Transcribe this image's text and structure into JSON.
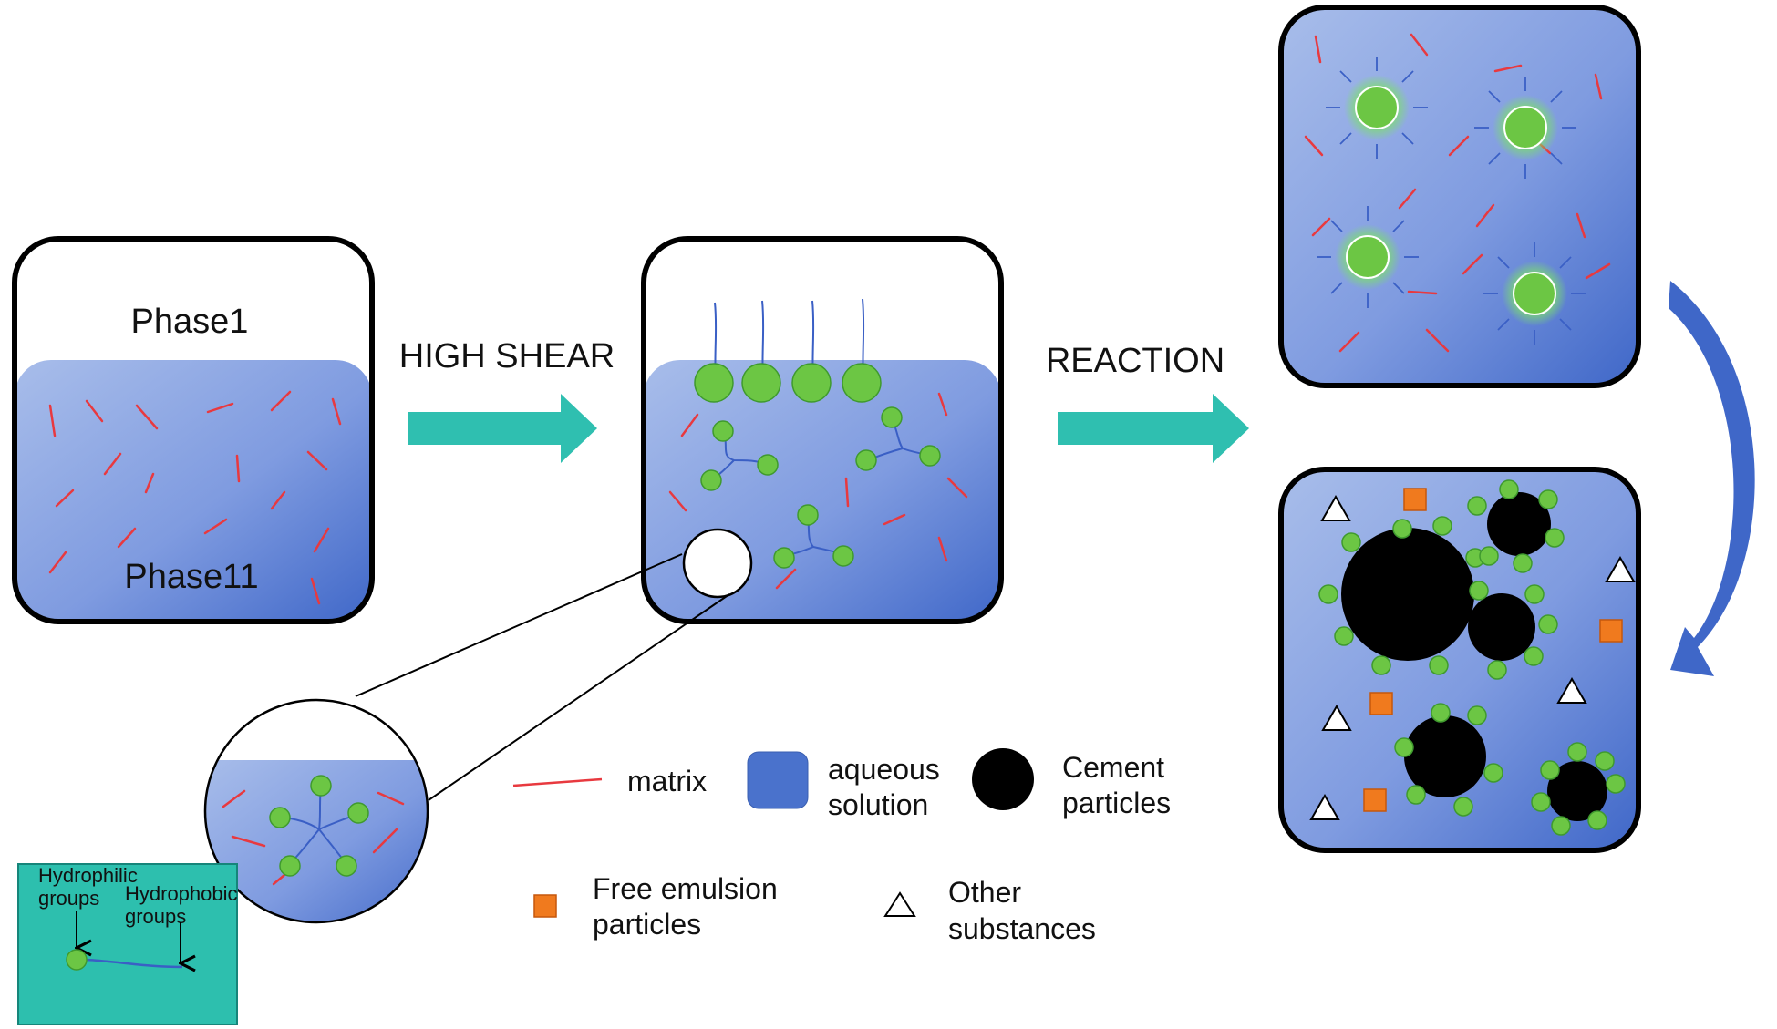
{
  "labels": {
    "phase1": "Phase1",
    "phase2": "Phase11",
    "high_shear": "HIGH SHEAR",
    "reaction": "REACTION"
  },
  "legend": {
    "matrix": "matrix",
    "aqueous_line1": "aqueous",
    "aqueous_line2": "solution",
    "cement_line1": "Cement",
    "cement_line2": "particles",
    "free_line1": "Free emulsion",
    "free_line2": "particles",
    "other_line1": "Other",
    "other_line2": "substances"
  },
  "inset": {
    "hydrophilic_line1": "Hydrophilic",
    "hydrophilic_line2": "groups",
    "hydrophobic_line1": "Hydrophobic",
    "hydrophobic_line2": "groups"
  },
  "colors": {
    "aqueous_blue": "#4a72cc",
    "matrix_red": "#e8393f",
    "emulsion_green": "#6cc644",
    "arrow_teal": "#2fbfb0",
    "free_particle_orange": "#f07a1e",
    "cement_black": "#000000",
    "inset_teal": "#2dbfae"
  }
}
